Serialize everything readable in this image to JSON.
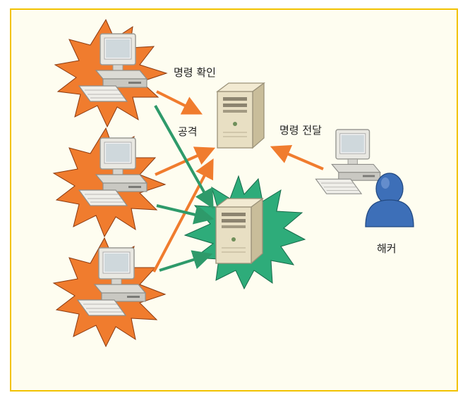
{
  "labels": {
    "command_check": "명령 확인",
    "attack": "공격",
    "command_deliver": "명령 전달",
    "hacker": "해커"
  },
  "colors": {
    "frame": "#f2c200",
    "background": "#fefdf0",
    "arrow_command": "#f07c2e",
    "arrow_attack": "#2e9a6a",
    "burst_orange": "#f07c2e",
    "burst_green": "#2eac7a",
    "hacker_blue": "#3d6fb8"
  },
  "nodes": {
    "infected_pcs": [
      "infected-pc-1",
      "infected-pc-2",
      "infected-pc-3"
    ],
    "command_server": "server-icon",
    "target_server": "server-icon",
    "hacker_pc": "computer-icon",
    "hacker_person": "person-icon"
  }
}
